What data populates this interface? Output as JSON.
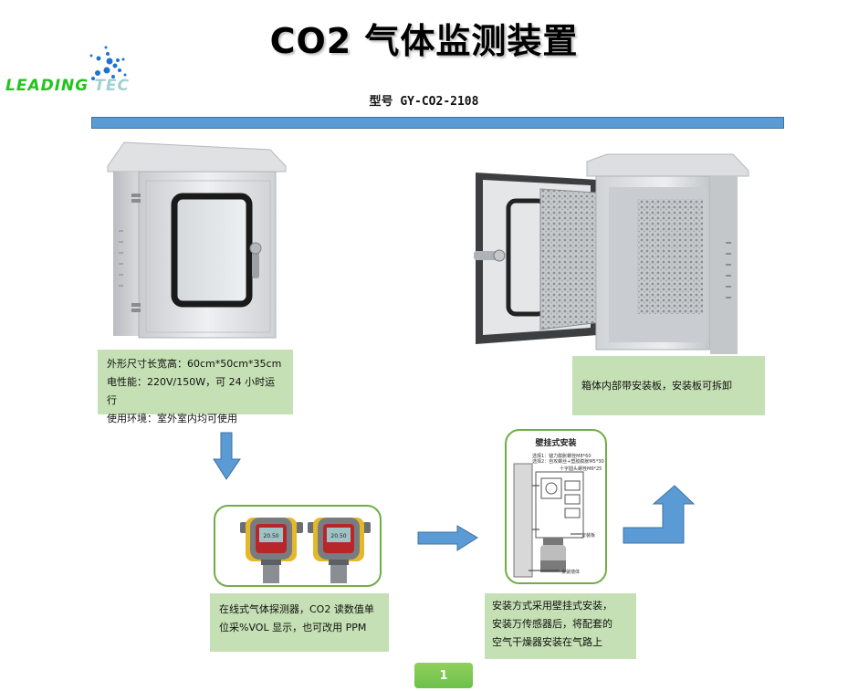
{
  "logo": {
    "part1": "LEADING",
    "part2": "TEC"
  },
  "header": {
    "title": "CO2 气体监测装置",
    "model": "型号 GY-CO2-2108"
  },
  "colors": {
    "accent_blue": "#5b9bd5",
    "box_green": "#c5e0b4",
    "border_green": "#70ad47",
    "page_badge": "#7ccb52"
  },
  "sections": {
    "enclosure_specs": {
      "lines": [
        "外形尺寸长宽高：60cm*50cm*35cm",
        "电性能：220V/150W，可 24 小时运行",
        "使用环境：室外室内均可使用"
      ]
    },
    "enclosure_open": {
      "text": "箱体内部带安装板，安装板可拆卸"
    },
    "detector": {
      "display_value": "20.50",
      "lines": [
        "在线式气体探测器，CO2 读数值单",
        "位采%VOL 显示，也可改用 PPM"
      ]
    },
    "wall_mount": {
      "diagram_title": "壁挂式安装",
      "labels": [
        "选择1：锚力膨胀螺栓M8*60",
        "选择2：自攻螺丝+塑胶膨胀M5*30",
        "十字圆头螺栓M6*25",
        "安装板",
        "安装墙体"
      ],
      "lines": [
        "安装方式采用壁挂式安装，",
        "安装万传感器后，将配套的",
        "空气干燥器安装在气路上"
      ]
    }
  },
  "footer": {
    "page_number": "1"
  }
}
